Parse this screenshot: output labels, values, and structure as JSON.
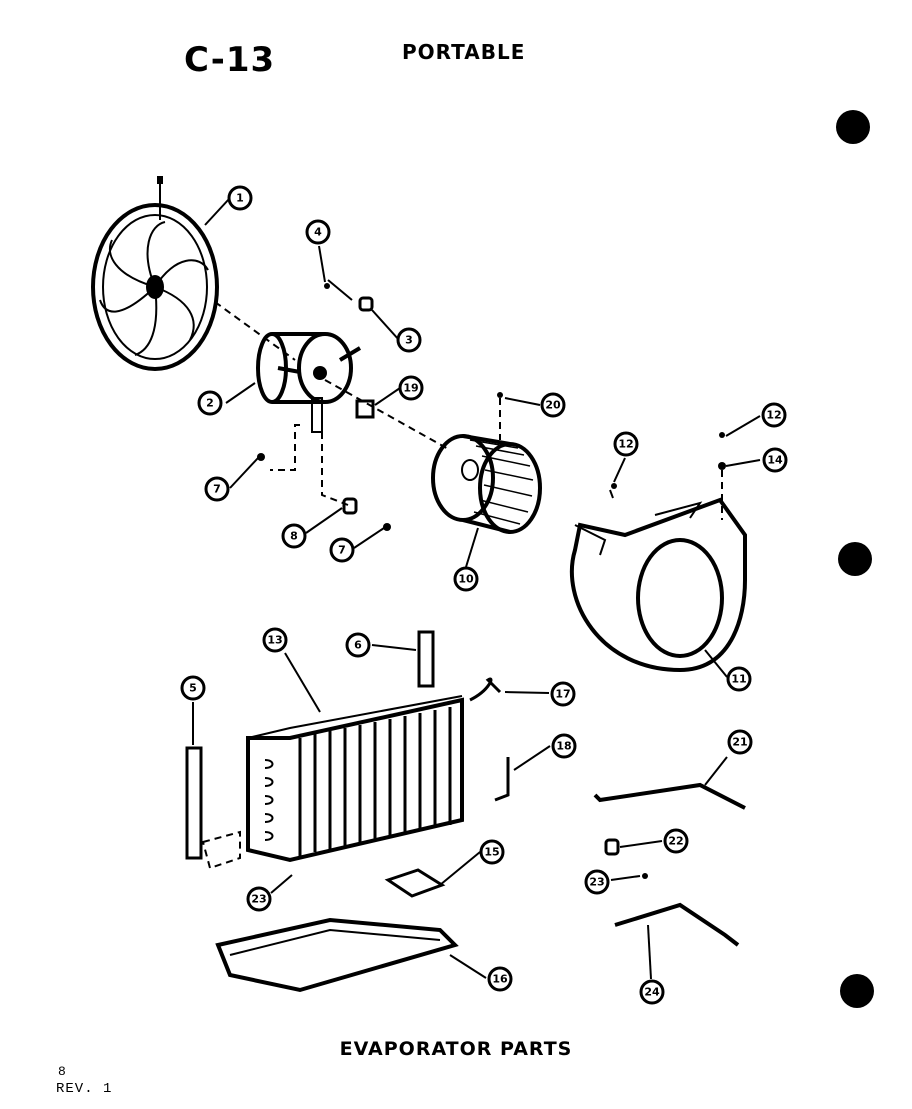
{
  "header": {
    "page_code": "C-13",
    "title": "PORTABLE"
  },
  "caption": "EVAPORATOR PARTS",
  "footer": {
    "page_number": "8",
    "revision": "REV. 1"
  },
  "callouts": [
    "1",
    "2",
    "3",
    "4",
    "5",
    "6",
    "7",
    "7",
    "8",
    "10",
    "11",
    "12",
    "12",
    "13",
    "14",
    "15",
    "16",
    "17",
    "18",
    "19",
    "20",
    "21",
    "22",
    "23",
    "23",
    "24"
  ]
}
